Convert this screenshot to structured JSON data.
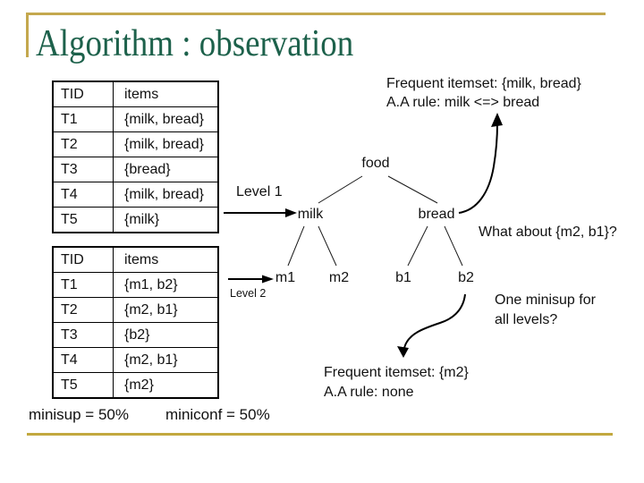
{
  "slide_title": "Algorithm : observation",
  "colors": {
    "title_green": "#1D614B",
    "gold_line": "#C4A84E",
    "text": "#111111"
  },
  "tables": {
    "headers": [
      "TID",
      "items"
    ],
    "upper": {
      "rows": [
        [
          "T1",
          "{milk, bread}"
        ],
        [
          "T2",
          "{milk, bread}"
        ],
        [
          "T3",
          "{bread}"
        ],
        [
          "T4",
          "{milk, bread}"
        ],
        [
          "T5",
          "{milk}"
        ]
      ]
    },
    "lower": {
      "rows": [
        [
          "T1",
          "{m1, b2}"
        ],
        [
          "T2",
          "{m2, b1}"
        ],
        [
          "T3",
          "{b2}"
        ],
        [
          "T4",
          "{m2, b1}"
        ],
        [
          "T5",
          "{m2}"
        ]
      ]
    }
  },
  "footer": {
    "minisup": "minisup = 50%",
    "miniconf": "miniconf = 50%"
  },
  "levels": {
    "level1": "Level 1",
    "level2": "Level 2"
  },
  "tree": {
    "root": "food",
    "level1": [
      "milk",
      "bread"
    ],
    "level2": [
      "m1",
      "m2",
      "b1",
      "b2"
    ]
  },
  "annotations": {
    "top": {
      "line1": "Frequent itemset: {milk, bread}",
      "line2": "A.A rule: milk <=> bread"
    },
    "what_about": "What about {m2, b1}?",
    "one_minisup": {
      "line1": "One minisup for",
      "line2": "all levels?"
    },
    "bottom": {
      "line1": "Frequent itemset: {m2}",
      "line2": "A.A rule: none"
    }
  }
}
